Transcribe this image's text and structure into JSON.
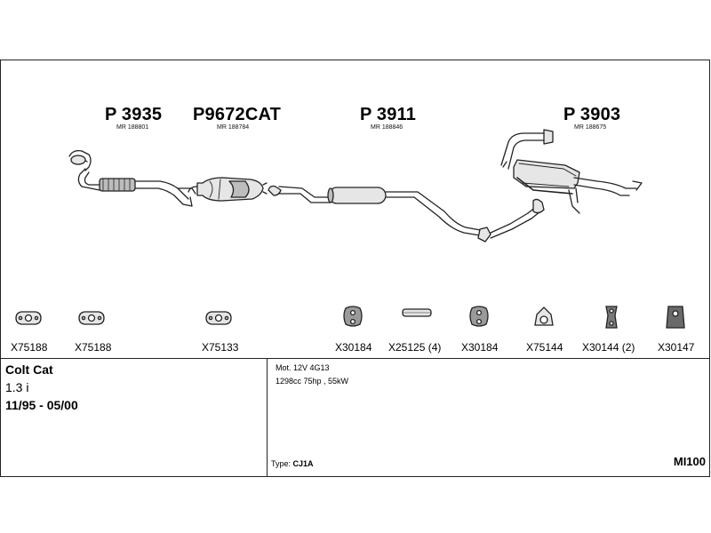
{
  "parts": [
    {
      "code": "P 3935",
      "ref": "MR 188801"
    },
    {
      "code": "P9672CAT",
      "ref": "MR 188784"
    },
    {
      "code": "P 3911",
      "ref": "MR 188846"
    },
    {
      "code": "P 3903",
      "ref": "MR 188675"
    }
  ],
  "accessories": [
    {
      "code": "X75188",
      "icon": "gasket-icon"
    },
    {
      "code": "X75188",
      "icon": "gasket-icon"
    },
    {
      "code": "X75133",
      "icon": "gasket-icon"
    },
    {
      "code": "X30184",
      "icon": "rubber-hanger-icon"
    },
    {
      "code": "X25125 (4)",
      "icon": "sleeve-icon"
    },
    {
      "code": "X30184",
      "icon": "rubber-hanger-icon"
    },
    {
      "code": "X75144",
      "icon": "flange-gasket-icon"
    },
    {
      "code": "X30144 (2)",
      "icon": "hanger-strap-icon"
    },
    {
      "code": "X30147",
      "icon": "rubber-mount-icon"
    }
  ],
  "vehicle": {
    "model": "Colt Cat",
    "engine": "1.3 i",
    "years": "11/95 - 05/00"
  },
  "engine_info": {
    "code": "Mot. 12V 4G13",
    "spec": "1298cc 75hp , 55kW",
    "type_label": "Type:",
    "type_value": "CJ1A"
  },
  "kit_code": "MI100",
  "colors": {
    "line": "#222222",
    "fill_light": "#e6e6e6",
    "fill_dark": "#bdbdbd"
  }
}
